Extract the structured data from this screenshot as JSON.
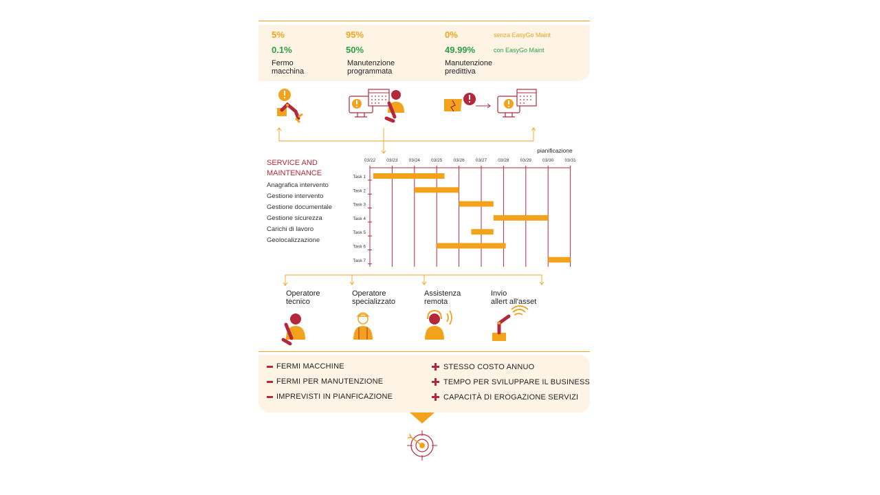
{
  "top_panel": {
    "columns": [
      {
        "without": "5%",
        "with": "0.1%",
        "label_line1": "Fermo",
        "label_line2": "macchina"
      },
      {
        "without": "95%",
        "with": "50%",
        "label_line1": "Manutenzione",
        "label_line2": "programmata"
      },
      {
        "without": "0%",
        "with": "49.99%",
        "label_line1": "Manutenzione",
        "label_line2": "predittiva"
      }
    ],
    "legend_without": "senza EasyGo Maint",
    "legend_with": "con EasyGo Maint"
  },
  "service": {
    "title_line1": "SERVICE AND",
    "title_line2": "MAINTENANCE",
    "items": [
      "Anagrafica intervento",
      "Gestione intervento",
      "Gestione documentale",
      "Gestione sicurezza",
      "Carichi di lavoro",
      "Geolocalizzazione"
    ]
  },
  "chart_data": {
    "type": "gantt",
    "title": "pianificazione",
    "dates": [
      "03/22",
      "03/23",
      "03/24",
      "03/25",
      "03/26",
      "03/27",
      "03/28",
      "03/29",
      "03/30",
      "03/31"
    ],
    "tasks": [
      {
        "name": "Task 1",
        "start": 0.15,
        "end": 3.35
      },
      {
        "name": "Task 2",
        "start": 2.0,
        "end": 4.0
      },
      {
        "name": "Task 3",
        "start": 4.0,
        "end": 5.55
      },
      {
        "name": "Task 4",
        "start": 5.55,
        "end": 8.0
      },
      {
        "name": "Task 5",
        "start": 4.55,
        "end": 5.55
      },
      {
        "name": "Task 6",
        "start": 3.0,
        "end": 6.1
      },
      {
        "name": "Task 7",
        "start": 8.0,
        "end": 9.0
      }
    ],
    "bar_color": "#f2a21b",
    "grid_color": "#b3283b"
  },
  "operators": [
    {
      "line1": "Operatore",
      "line2": "tecnico"
    },
    {
      "line1": "Operatore",
      "line2": "specializzato"
    },
    {
      "line1": "Assistenza",
      "line2": "remota"
    },
    {
      "line1": "Invio",
      "line2": "allert all'asset"
    }
  ],
  "summary": {
    "minus_items": [
      "FERMI MACCHINE",
      "FERMI PER MANUTENZIONE",
      "IMPREVISTI IN PIANFICAZIONE"
    ],
    "plus_items": [
      "STESSO COSTO ANNUO",
      "TEMPO PER SVILUPPARE IL BUSINESS",
      "CAPACITÀ DI EROGAZIONE SERVIZI"
    ]
  },
  "colors": {
    "orange": "#f2a21b",
    "red": "#b3283b",
    "green": "#2e9e45",
    "panel": "#fdf4e6"
  },
  "icons": [
    "warning-robot-arm-icon",
    "monitor-calendar-technician-icon",
    "broken-part-to-calendar-icon",
    "technician-icon",
    "specialist-icon",
    "remote-assistance-headset-icon",
    "robot-arm-wifi-icon",
    "target-icon"
  ]
}
